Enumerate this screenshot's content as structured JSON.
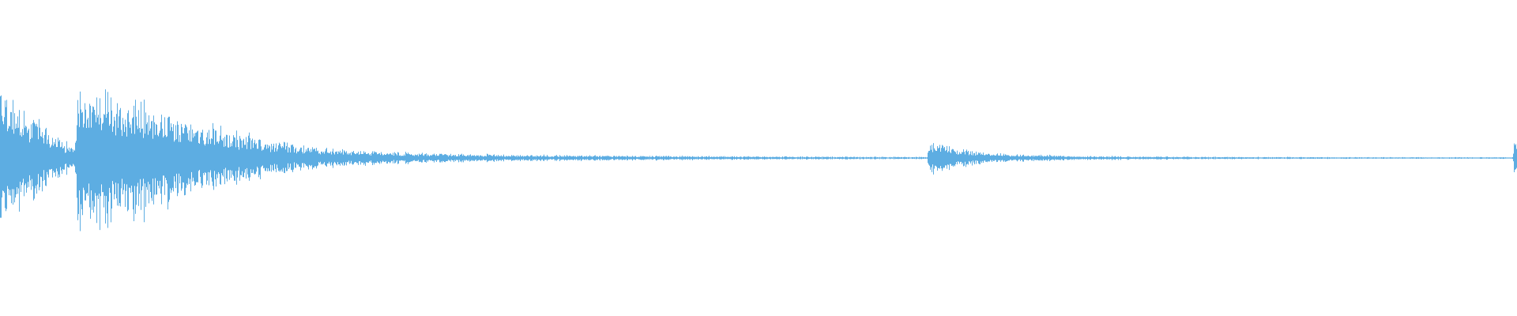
{
  "waveform": {
    "color": "#5dade2",
    "background": "#ffffff",
    "envelope": [
      [
        0.0,
        1.0
      ],
      [
        0.008,
        0.72
      ],
      [
        0.02,
        0.52
      ],
      [
        0.035,
        0.28
      ],
      [
        0.049,
        0.12
      ],
      [
        0.051,
        0.92
      ],
      [
        0.075,
        0.8
      ],
      [
        0.095,
        0.68
      ],
      [
        0.115,
        0.55
      ],
      [
        0.14,
        0.4
      ],
      [
        0.17,
        0.25
      ],
      [
        0.2,
        0.14
      ],
      [
        0.24,
        0.09
      ],
      [
        0.29,
        0.06
      ],
      [
        0.34,
        0.04
      ],
      [
        0.4,
        0.03
      ],
      [
        0.5,
        0.02
      ],
      [
        0.6,
        0.015
      ],
      [
        0.611,
        0.012
      ],
      [
        0.613,
        0.22
      ],
      [
        0.63,
        0.12
      ],
      [
        0.66,
        0.05
      ],
      [
        0.72,
        0.025
      ],
      [
        0.8,
        0.015
      ],
      [
        0.9,
        0.01
      ],
      [
        0.997,
        0.01
      ],
      [
        0.998,
        0.3
      ],
      [
        1.0,
        0.3
      ]
    ]
  }
}
